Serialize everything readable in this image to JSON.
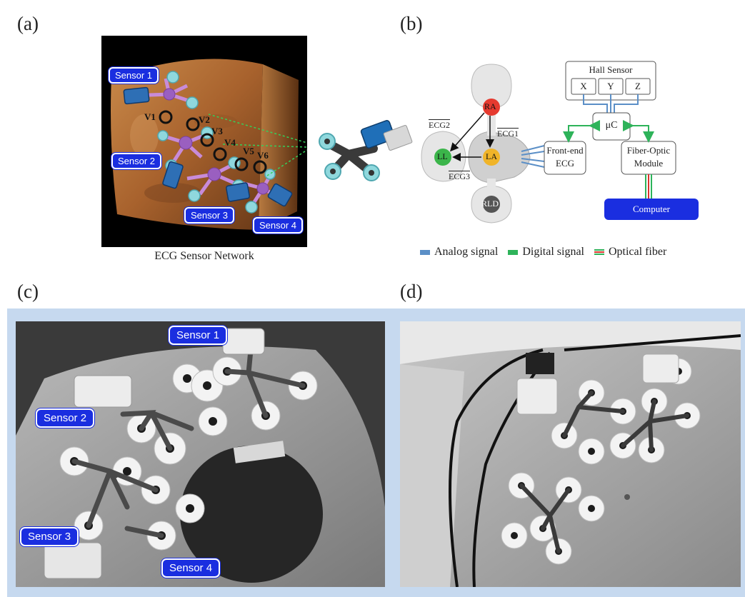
{
  "panels": {
    "a": {
      "label": "(a)",
      "caption": "ECG Sensor Network",
      "sensors": [
        "Sensor 1",
        "Sensor 2",
        "Sensor 3",
        "Sensor 4"
      ],
      "leads": [
        "V1",
        "V2",
        "V3",
        "V4",
        "V5",
        "V6"
      ]
    },
    "b": {
      "label": "(b)",
      "electrodes": [
        "RA",
        "LL",
        "LA",
        "RLD"
      ],
      "ecg_leads": [
        "ECG2",
        "ECG1",
        "ECG3"
      ],
      "hall_sensor": {
        "title": "Hall Sensor",
        "axes": [
          "X",
          "Y",
          "Z"
        ]
      },
      "blocks": {
        "uc": "μC",
        "frontend_line1": "Front-end",
        "frontend_line2": "ECG",
        "fiber_line1": "Fiber-Optic",
        "fiber_line2": "Module",
        "computer": "Computer"
      },
      "legend": [
        {
          "label": "Analog signal",
          "color": "#5b8fc7"
        },
        {
          "label": "Digital signal",
          "color": "#2eb35a"
        },
        {
          "label": "Optical fiber",
          "color": "#d9342b"
        }
      ]
    },
    "c": {
      "label": "(c)",
      "sensors": [
        "Sensor 1",
        "Sensor 2",
        "Sensor 3",
        "Sensor 4"
      ]
    },
    "d": {
      "label": "(d)"
    }
  }
}
